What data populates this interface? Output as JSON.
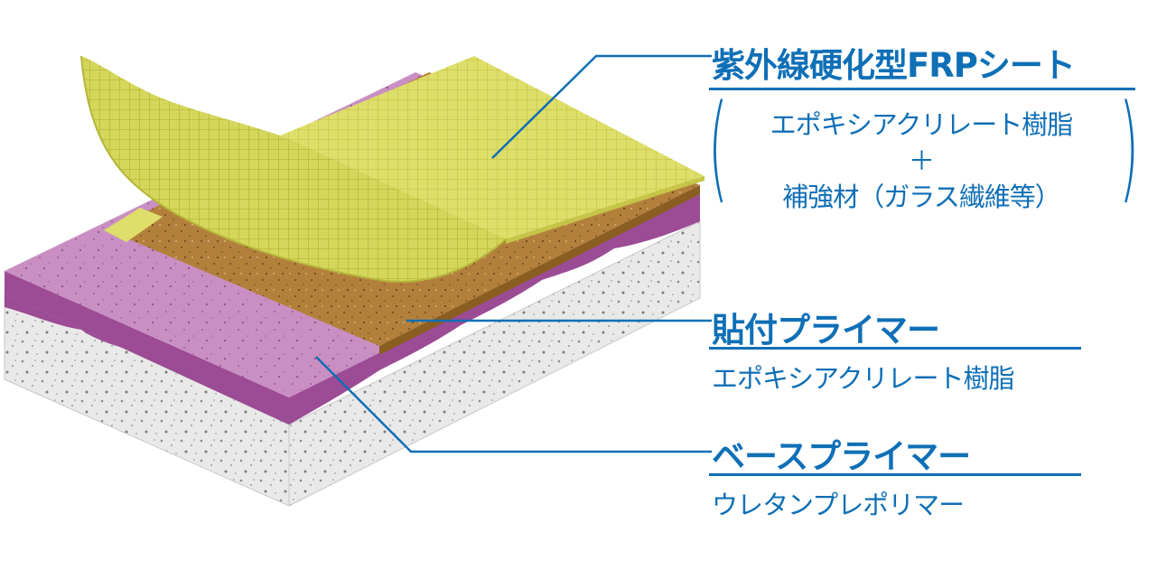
{
  "layers": {
    "uv_frp": {
      "title": "紫外線硬化型FRPシート",
      "composition_line1": "エポキシアクリレート樹脂",
      "plus": "＋",
      "composition_line2": "補強材（ガラス繊維等）"
    },
    "bonding_primer": {
      "title": "貼付プライマー",
      "composition": "エポキシアクリレート樹脂"
    },
    "base_primer": {
      "title": "ベースプライマー",
      "composition": "ウレタンプレポリマー"
    }
  },
  "colors": {
    "accent": "#0f6fb6",
    "frp_sheet": "#dede6a",
    "bonding_layer": "#b07d3a",
    "base_layer": "#c489bd",
    "concrete": "#e8e8e8"
  }
}
